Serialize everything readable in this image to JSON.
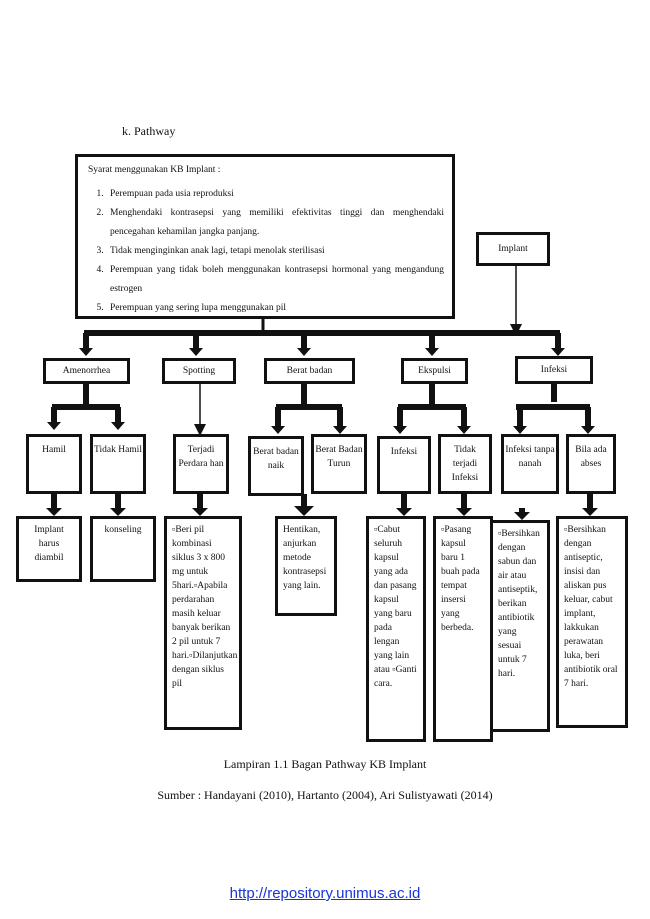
{
  "heading": "k.  Pathway",
  "requirements": {
    "title": "Syarat menggunakan KB Implant :",
    "items": [
      "Perempuan pada usia reproduksi",
      "Menghendaki kontrasepsi yang memiliki efektivitas tinggi dan menghendaki pencegahan kehamilan jangka panjang.",
      "Tidak menginginkan anak lagi, tetapi menolak sterilisasi",
      "Perempuan yang tidak boleh menggunakan kontrasepsi hormonal yang mengandung estrogen",
      "Perempuan yang sering lupa menggunakan pil"
    ]
  },
  "implant_label": "Implant",
  "effects": {
    "amenorrhea": "Amenorrhea",
    "spotting": "Spotting",
    "berat_badan": "Berat  badan",
    "ekspulsi": "Ekspulsi",
    "infeksi": "Infeksi"
  },
  "sub": {
    "hamil": "Hamil",
    "tidak_hamil": "Tidak Hamil",
    "terjadi_perdarahan": "Terjadi Perdara han",
    "berat_badan_naik": "Berat badan naik",
    "berat_badan_turun": "Berat Badan Turun",
    "infeksi": "Infeksi",
    "tidak_terjadi_infeksi": "Tidak terjadi Infeksi",
    "infeksi_tanpa_nanah": "Infeksi tanpa nanah",
    "bila_ada_abses": "Bila ada abses"
  },
  "actions": {
    "implant_diambil": "Implant harus diambil",
    "konseling": "konseling",
    "pil_kombinasi": "▫Beri pil kombinasi siklus 3 x 800 mg untuk 5hari.▫Apabila perdarahan masih keluar banyak berikan 2 pil untuk 7 hari.▫Dilanjutkan dengan siklus pil",
    "hentikan": "Hentikan, anjurkan metode kontrasepsi yang lain.",
    "cabut": "▫Cabut seluruh kapsul yang ada dan pasang kapsul yang baru pada lengan yang lain atau ▫Ganti cara.",
    "pasang": "▫Pasang kapsul baru 1 buah pada tempat insersi yang berbeda.",
    "bersihkan_sabun": "▫Bersihkan dengan sabun dan air atau antiseptik, berikan antibiotik yang sesuai untuk 7 hari.",
    "bersihkan_antiseptic": "▫Bersihkan dengan antiseptic, insisi dan aliskan pus keluar, cabut implant, lakkukan perawatan luka, beri antibiotik oral 7 hari."
  },
  "caption": "Lampiran 1.1 Bagan Pathway KB Implant",
  "source": "Sumber : Handayani (2010), Hartanto (2004), Ari Sulistyawati (2014)",
  "footer_link": "http://repository.unimus.ac.id"
}
